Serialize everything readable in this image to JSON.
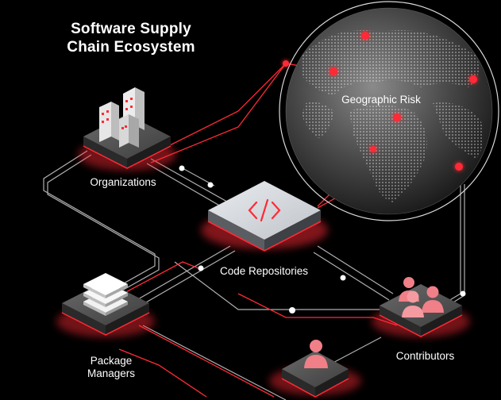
{
  "title": {
    "line1": "Software Supply",
    "line2": "Chain Ecosystem"
  },
  "nodes": {
    "geographic_risk": {
      "label": "Geographic Risk"
    },
    "organizations": {
      "label": "Organizations"
    },
    "code_repositories": {
      "label": "Code Repositories"
    },
    "contributors": {
      "label": "Contributors"
    },
    "package_managers": {
      "line1": "Package",
      "line2": "Managers"
    }
  },
  "icons": {
    "globe": "globe-icon",
    "buildings": "buildings-icon",
    "code": "code-icon",
    "people": "people-icon",
    "stack": "stack-icon",
    "person": "person-icon"
  },
  "colors": {
    "background": "#000000",
    "accent": "#ff2a36",
    "connector": "#cfcfcf",
    "text": "#ffffff"
  }
}
